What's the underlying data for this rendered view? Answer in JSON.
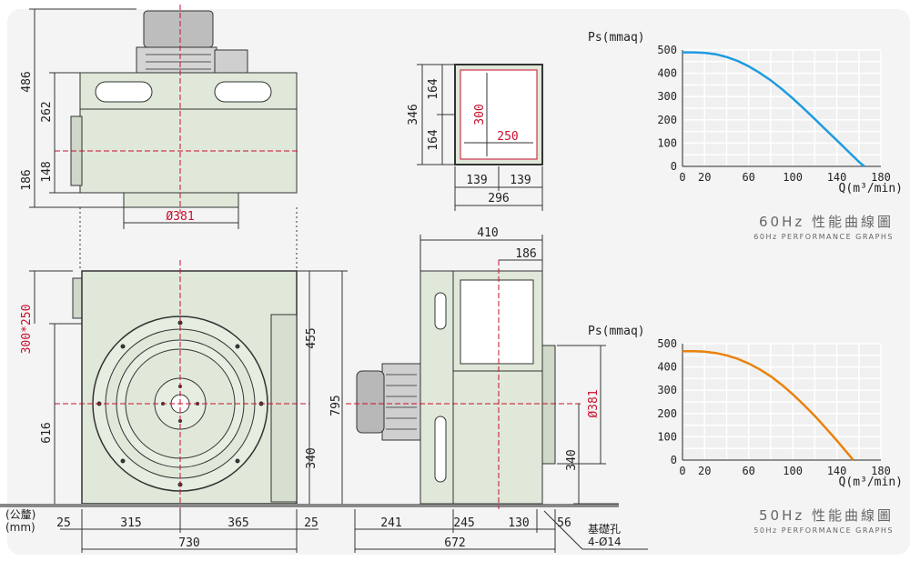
{
  "dims": {
    "d486": "486",
    "d262": "262",
    "d186": "186",
    "d148": "148",
    "d381_top": "Ø381",
    "d346": "346",
    "d164a": "164",
    "d164b": "164",
    "d300": "300",
    "d250": "250",
    "d139a": "139",
    "d139b": "139",
    "d296": "296",
    "d410": "410",
    "d186b": "186",
    "d300x250": "300*250",
    "d616": "616",
    "d455": "455",
    "d340a": "340",
    "d795": "795",
    "d381_side": "Ø381",
    "d340b": "340",
    "d25a": "25",
    "d315": "315",
    "d365": "365",
    "d25b": "25",
    "d730": "730",
    "d241": "241",
    "d245": "245",
    "d130": "130",
    "d56": "56",
    "d672": "672"
  },
  "unit_label": "(公釐)",
  "unit_sub": "(mm)",
  "foundation": {
    "label": "基礎孔",
    "spec": "4-Ø14"
  },
  "colors": {
    "body": "#dfe8d9",
    "line": "#333333",
    "red": "#c8102e",
    "curve60": "#1e9be0",
    "curve50": "#e8820e",
    "grid": "#e6e6e6"
  },
  "chart_data": [
    {
      "type": "line",
      "ylabel": "Ps(mmaq)",
      "xlabel": "Q(m³/min)",
      "ylim": [
        0,
        500
      ],
      "xlim": [
        0,
        180
      ],
      "yticks": [
        0,
        100,
        200,
        300,
        400,
        500
      ],
      "xticks": [
        0,
        20,
        60,
        100,
        140,
        180
      ],
      "grid": true,
      "caption": "60Hz 性能曲線圖",
      "caption_en": "60Hz PERFORMANCE GRAPHS",
      "series": [
        {
          "color": "#1e9be0",
          "x": [
            0,
            10,
            20,
            30,
            40,
            50,
            60,
            70,
            80,
            90,
            100,
            110,
            120,
            130,
            140,
            150,
            160,
            165
          ],
          "y": [
            490,
            490,
            488,
            482,
            470,
            453,
            430,
            402,
            370,
            333,
            292,
            249,
            204,
            158,
            112,
            66,
            20,
            0
          ]
        }
      ]
    },
    {
      "type": "line",
      "ylabel": "Ps(mmaq)",
      "xlabel": "Q(m³/min)",
      "ylim": [
        0,
        500
      ],
      "xlim": [
        0,
        180
      ],
      "yticks": [
        0,
        100,
        200,
        300,
        400,
        500
      ],
      "xticks": [
        0,
        20,
        60,
        100,
        140,
        180
      ],
      "grid": true,
      "caption": "50Hz 性能曲線圖",
      "caption_en": "50Hz PERFORMANCE GRAPHS",
      "series": [
        {
          "color": "#e8820e",
          "x": [
            0,
            10,
            20,
            30,
            40,
            50,
            60,
            70,
            80,
            90,
            100,
            110,
            120,
            130,
            140,
            150,
            155
          ],
          "y": [
            468,
            468,
            466,
            460,
            450,
            435,
            415,
            390,
            360,
            324,
            283,
            238,
            190,
            138,
            84,
            28,
            0
          ]
        }
      ]
    }
  ]
}
